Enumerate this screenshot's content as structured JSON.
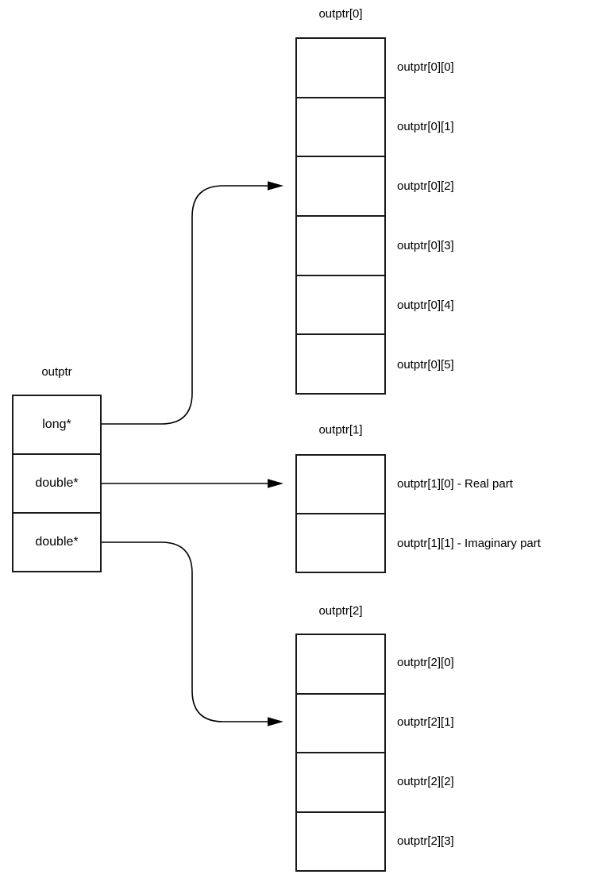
{
  "diagram": {
    "background": "#ffffff",
    "line_color": "#000000",
    "pointer_table": {
      "title": "outptr",
      "cells": [
        {
          "label": "long*"
        },
        {
          "label": "double*"
        },
        {
          "label": "double*"
        }
      ]
    },
    "arrays": [
      {
        "title": "outptr[0]",
        "cells": [
          {
            "label": "outptr[0][0]"
          },
          {
            "label": "outptr[0][1]"
          },
          {
            "label": "outptr[0][2]"
          },
          {
            "label": "outptr[0][3]"
          },
          {
            "label": "outptr[0][4]"
          },
          {
            "label": "outptr[0][5]"
          }
        ]
      },
      {
        "title": "outptr[1]",
        "cells": [
          {
            "label": "outptr[1][0] - Real part"
          },
          {
            "label": "outptr[1][1] - Imaginary part"
          }
        ]
      },
      {
        "title": "outptr[2]",
        "cells": [
          {
            "label": "outptr[2][0]"
          },
          {
            "label": "outptr[2][1]"
          },
          {
            "label": "outptr[2][2]"
          },
          {
            "label": "outptr[2][3]"
          }
        ]
      }
    ],
    "arrows": [
      {
        "from": "outptr.long*",
        "to": "outptr[0]"
      },
      {
        "from": "outptr.double*",
        "to": "outptr[1]"
      },
      {
        "from": "outptr.double**",
        "to": "outptr[2]"
      }
    ]
  }
}
